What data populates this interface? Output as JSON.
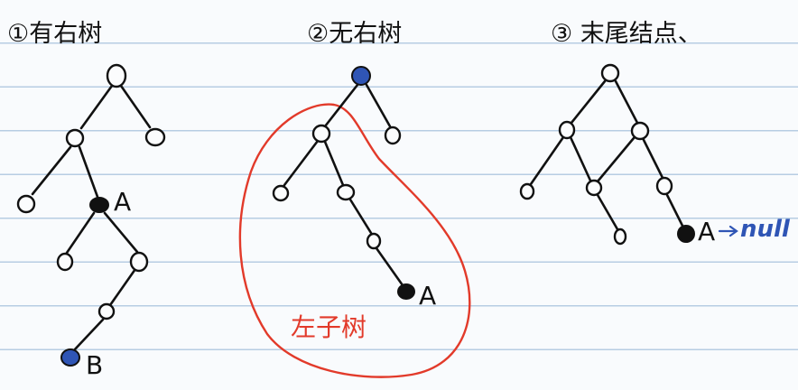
{
  "headings": {
    "case1": "①有右树",
    "case2": "②无右树",
    "case3": "③ 末尾结点、"
  },
  "labels": {
    "case1_node_a": "A",
    "case1_node_b": "B",
    "case2_node_a": "A",
    "case2_subtree": "左子树",
    "case3_node_a": "A",
    "case3_pointer": "null"
  },
  "colors": {
    "ink": "#111111",
    "blue": "#2f55b5",
    "red": "#e23a2a"
  }
}
